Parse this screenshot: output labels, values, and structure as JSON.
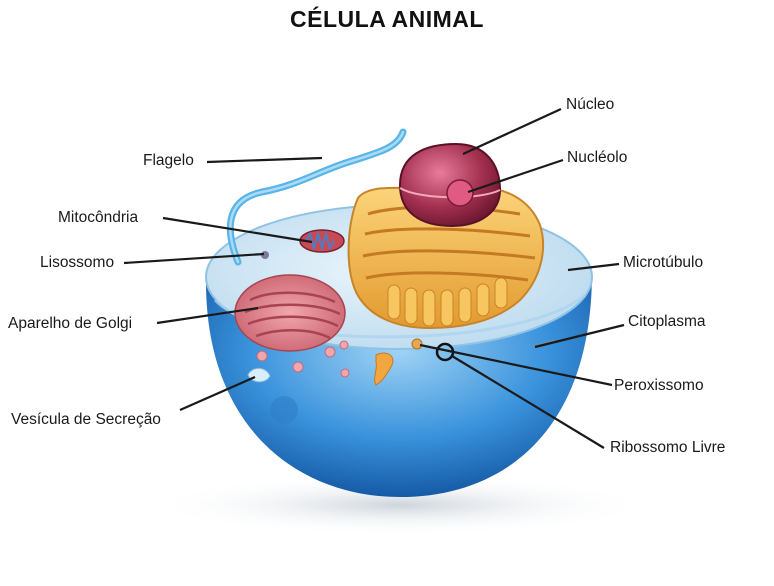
{
  "title": "CÉLULA ANIMAL",
  "labels": {
    "flagelo": "Flagelo",
    "mitocondria": "Mitocôndria",
    "lisossomo": "Lisossomo",
    "golgi": "Aparelho de Golgi",
    "vesicula": "Vesícula de Secreção",
    "nucleo": "Núcleo",
    "nucleolo": "Nucléolo",
    "microtubulo": "Microtúbulo",
    "citoplasma": "Citoplasma",
    "peroxissomo": "Peroxissomo",
    "ribossomo": "Ribossomo Livre"
  },
  "colors": {
    "cell_body": "#2f86d6",
    "cytoplasm_surface": "#cfe6f5",
    "er": "#f2b650",
    "nucleus": "#a0304c",
    "golgi": "#d97a86",
    "mitochondria": "#c84a55",
    "flagellum": "#5ab4e6",
    "leader_line": "#1a1a1a"
  }
}
